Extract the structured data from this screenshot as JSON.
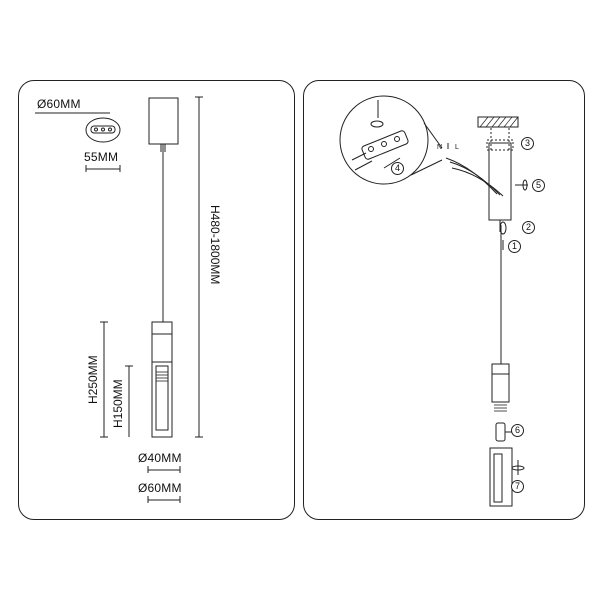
{
  "left": {
    "canopy_diameter": "Ø60MM",
    "canopy_width": "55MM",
    "total_height": "H480-1800MM",
    "body_height_outer": "H250MM",
    "body_height_inner": "H150MM",
    "tube_diameter": "Ø40MM",
    "base_diameter": "Ø60MM"
  },
  "right": {
    "steps": [
      "1",
      "2",
      "3",
      "4",
      "5",
      "6",
      "7"
    ],
    "cord_letters": [
      "N",
      "L"
    ]
  }
}
